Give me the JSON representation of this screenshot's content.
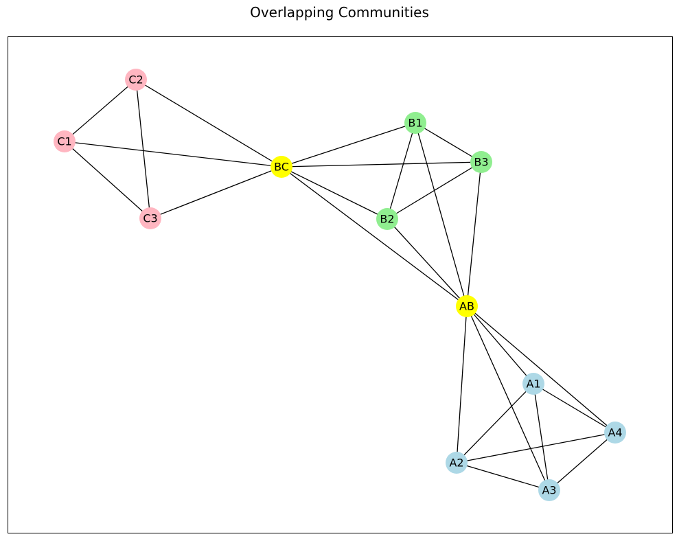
{
  "title": "Overlapping Communities",
  "colors": {
    "community_a": "#add8e6",
    "community_b": "#90ee90",
    "community_c": "#ffb6c1",
    "overlap": "#ffff00",
    "edge": "#000000"
  },
  "nodes": [
    {
      "id": "C1",
      "community": "community_c"
    },
    {
      "id": "C2",
      "community": "community_c"
    },
    {
      "id": "C3",
      "community": "community_c"
    },
    {
      "id": "BC",
      "community": "overlap"
    },
    {
      "id": "B1",
      "community": "community_b"
    },
    {
      "id": "B2",
      "community": "community_b"
    },
    {
      "id": "B3",
      "community": "community_b"
    },
    {
      "id": "AB",
      "community": "overlap"
    },
    {
      "id": "A1",
      "community": "community_a"
    },
    {
      "id": "A2",
      "community": "community_a"
    },
    {
      "id": "A3",
      "community": "community_a"
    },
    {
      "id": "A4",
      "community": "community_a"
    }
  ],
  "edges": [
    [
      "C1",
      "C2"
    ],
    [
      "C1",
      "C3"
    ],
    [
      "C2",
      "C3"
    ],
    [
      "C1",
      "BC"
    ],
    [
      "C2",
      "BC"
    ],
    [
      "C3",
      "BC"
    ],
    [
      "BC",
      "B1"
    ],
    [
      "BC",
      "B2"
    ],
    [
      "BC",
      "B3"
    ],
    [
      "BC",
      "AB"
    ],
    [
      "B1",
      "B2"
    ],
    [
      "B1",
      "B3"
    ],
    [
      "B2",
      "B3"
    ],
    [
      "B1",
      "AB"
    ],
    [
      "B2",
      "AB"
    ],
    [
      "B3",
      "AB"
    ],
    [
      "AB",
      "A1"
    ],
    [
      "AB",
      "A2"
    ],
    [
      "AB",
      "A3"
    ],
    [
      "AB",
      "A4"
    ],
    [
      "A1",
      "A2"
    ],
    [
      "A1",
      "A3"
    ],
    [
      "A1",
      "A4"
    ],
    [
      "A2",
      "A3"
    ],
    [
      "A2",
      "A4"
    ],
    [
      "A3",
      "A4"
    ]
  ]
}
